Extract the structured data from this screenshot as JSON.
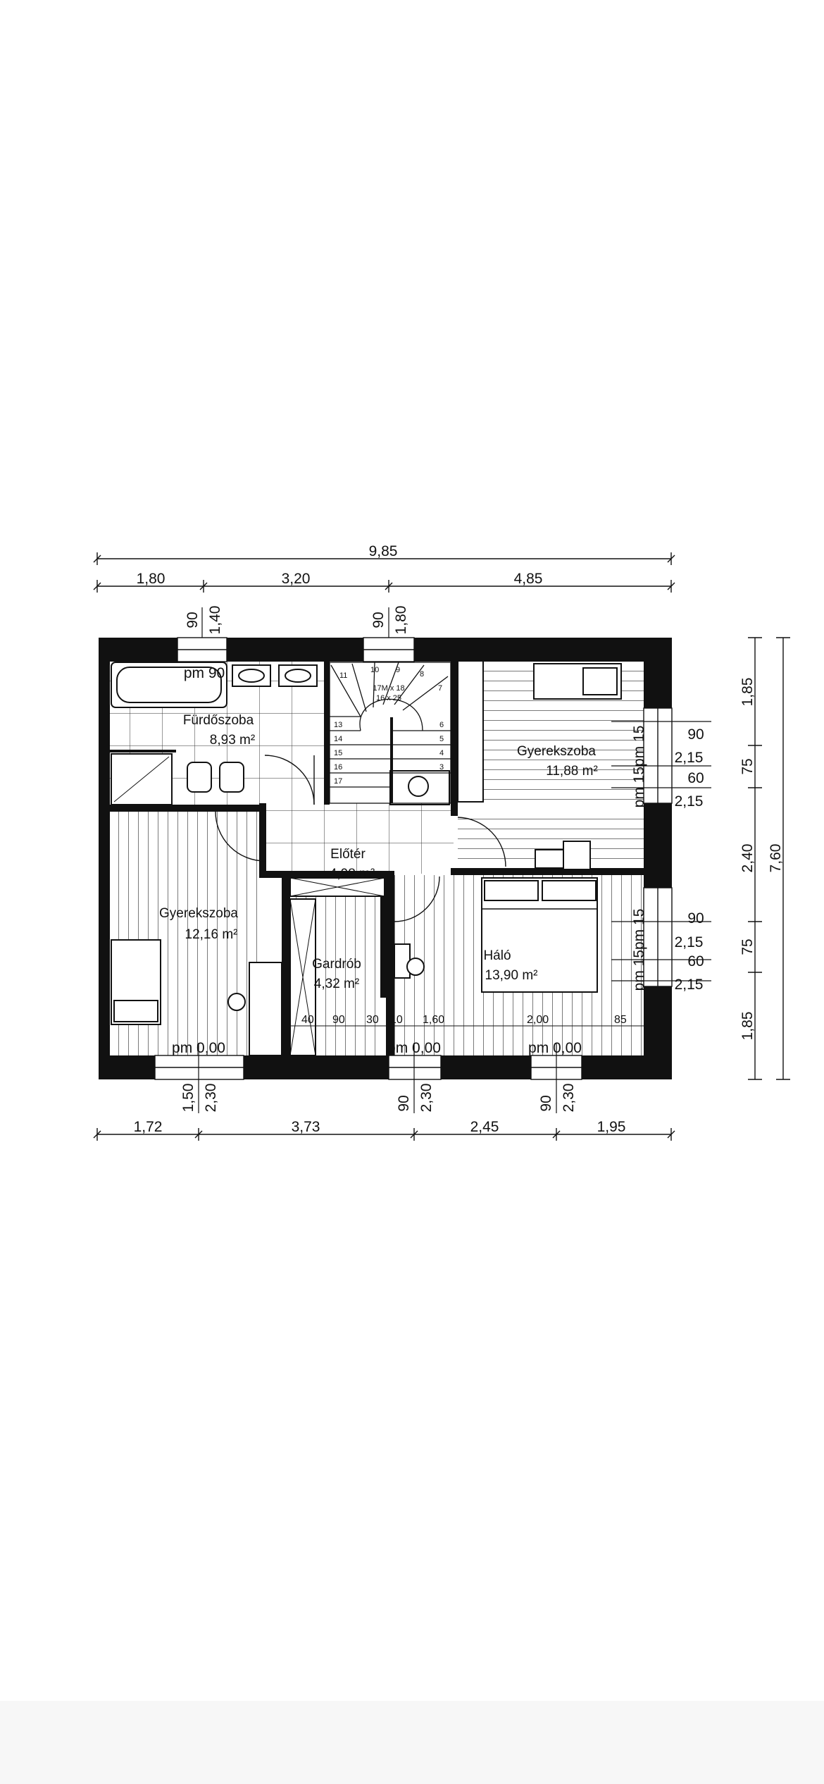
{
  "dimensions": {
    "top_total": "9,85",
    "top_segments": [
      "1,80",
      "3,20",
      "4,85"
    ],
    "bottom_segments": [
      "1,72",
      "3,73",
      "2,45",
      "1,95"
    ],
    "right_total": "7,60",
    "right_segments": [
      "1,85",
      "75",
      "2,40",
      "75",
      "1,85"
    ],
    "window_top_left": [
      "90",
      "1,40"
    ],
    "window_top_mid": [
      "90",
      "1,80"
    ],
    "window_bottom_left": [
      "1,50",
      "2,30"
    ],
    "window_bottom_mid": [
      "90",
      "2,30"
    ],
    "window_bottom_right": [
      "90",
      "2,30"
    ],
    "window_right_upper": [
      "90",
      "2,15",
      "60",
      "2,15"
    ],
    "window_right_lower": [
      "90",
      "2,15",
      "60",
      "2,15"
    ],
    "right_pm_upper": "pm 15pm 15",
    "right_pm_lower": "pm 15pm 15",
    "inner_row": [
      "40",
      "90",
      "30",
      "10",
      "1,60",
      "2,00",
      "85"
    ]
  },
  "rooms": {
    "bathroom": {
      "name": "Fürdőszoba",
      "area": "8,93 m²"
    },
    "kids_room_1": {
      "name": "Gyerekszoba",
      "area": "11,88 m²"
    },
    "hall": {
      "name": "Előtér",
      "area": "4,98 m²"
    },
    "kids_room_2": {
      "name": "Gyerekszoba",
      "area": "12,16 m²"
    },
    "wardrobe": {
      "name": "Gardrób",
      "area": "4,32 m²"
    },
    "bedroom": {
      "name": "Háló",
      "area": "13,90 m²"
    }
  },
  "levels": {
    "bath_sill": "pm 90",
    "kids2_sill": "pm 0,00",
    "mid_sill": "pm 0,00",
    "bed_sill": "pm 0,00"
  },
  "stairs": {
    "label_1": "17M x 18",
    "label_2": "16 x 25",
    "steps_left": [
      "13",
      "14",
      "15",
      "16",
      "17"
    ],
    "steps_right": [
      "6",
      "5",
      "4",
      "3"
    ],
    "steps_top": [
      "11",
      "10",
      "9",
      "8",
      "7"
    ]
  }
}
